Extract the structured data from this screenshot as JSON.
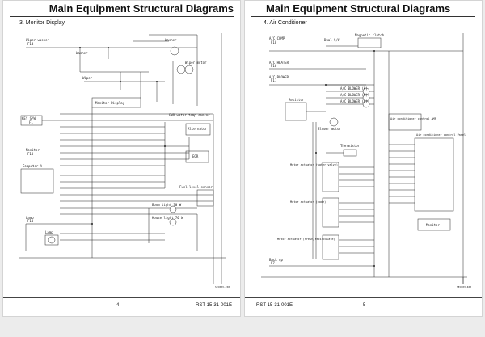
{
  "left_page": {
    "title": "Main Equipment Structural Diagrams",
    "section": "3. Monitor Display",
    "page_number": "4",
    "doc_code": "RST-15-31-001E",
    "figure_code": "SEC003-450",
    "labels": {
      "wiper_washer": "Wiper washer",
      "wiper_washer_fuse": "F14",
      "washer": "Washer",
      "washer_motor": "Washer",
      "wiper_motor": "Wiper motor",
      "wiper": "Wiper",
      "monitor_display": "Monitor Display",
      "key_sw": "KEY S/W",
      "key_sw_fuse": "F1",
      "fwd_water_temp": "FWD water temp sensor",
      "alternator": "Alternator",
      "monitor": "Monitor",
      "monitor_fuse": "F13",
      "computer_a": "Computer A",
      "egr": "EGR",
      "fuel_level_sensor": "Fuel level sensor",
      "boom_light": "Boom light 70 W",
      "house_light": "House light 70 W",
      "lamp": "Lamp",
      "lamp_fuse": "F10",
      "lamp_relay": "Lamp"
    }
  },
  "right_page": {
    "title": "Main Equipment Structural Diagrams",
    "section": "4. Air Conditioner",
    "page_number": "5",
    "doc_code": "RST-15-31-001E",
    "figure_code": "SEC003-460",
    "labels": {
      "ac_comp": "A/C COMP",
      "ac_comp_fuse": "F10",
      "dual_sw": "Dual S/W",
      "magnetic_clutch": "Magnetic clutch",
      "ac_heater": "A/C HEATER",
      "ac_heater_fuse": "F16",
      "ac_blower": "A/C BLOWER",
      "ac_blower_fuse": "F11",
      "ac_blower_h": "A/C BLOWER (H)",
      "ac_blower_m": "A/C BLOWER (M)",
      "ac_blower_l": "A/C BLOWER (L)",
      "resistor": "Resistor",
      "blower_motor": "Blower motor",
      "thermistor": "Thermistor",
      "ac_control_amp": "Air conditioner control AMP",
      "ac_control_panel": "Air conditioner control Panel",
      "actuator_water_valve": "Motor actuator (water valve)",
      "actuator_mode": "Motor actuator (mode)",
      "actuator_fresh": "Motor actuator (fresh/recirculate)",
      "monitor": "Monitor",
      "back_up": "Back up",
      "back_up_fuse": "F7"
    }
  }
}
